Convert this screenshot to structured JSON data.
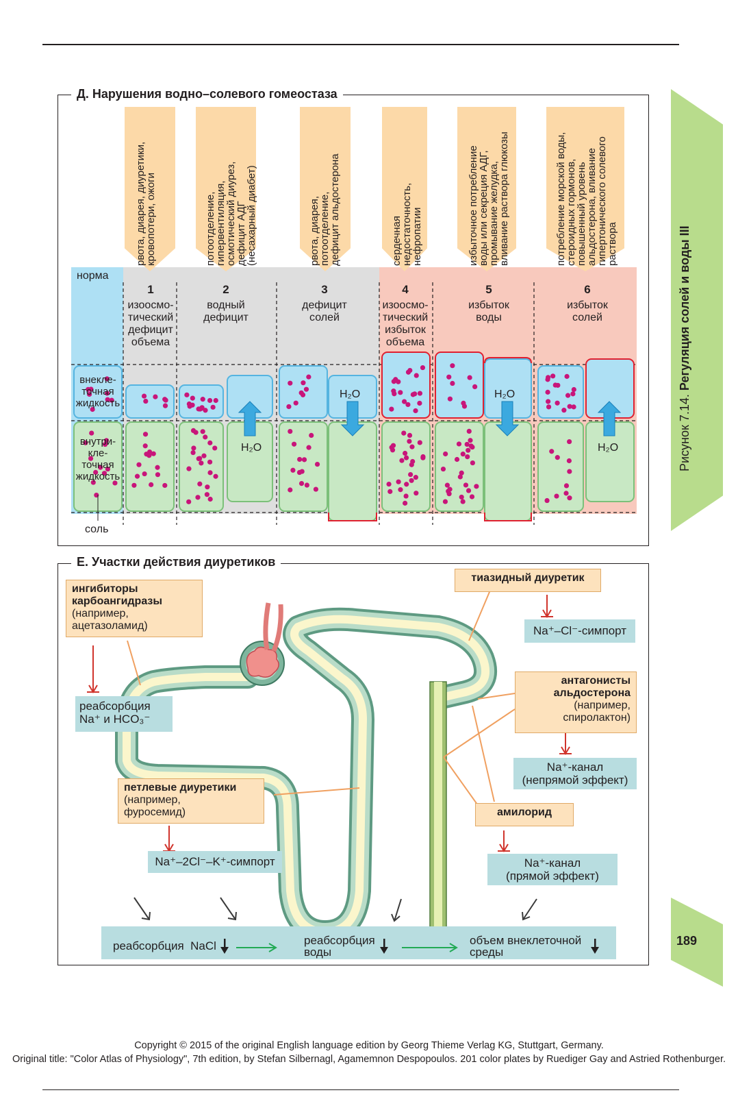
{
  "sectionD": {
    "title": "Д. Нарушения водно–солевого гомеостаза",
    "norm_label": "норма",
    "extracellular_label": "внекле-\nточная\nжидкость",
    "intracellular_label": "внутри-\nкле-\nточная\nжидкость",
    "salt_label": "соль",
    "water_label": "H₂O",
    "columns": [
      {
        "num": "1",
        "label": "изоосмо-\nтический\nдефицит\nобъема",
        "cause": [
          "рвота, диарея, диуретики,",
          "кровопотери, ожоги"
        ]
      },
      {
        "num": "2",
        "label": "водный\nдефицит",
        "cause": [
          "потоотделение,",
          "гипервентиляция,",
          "осмотический диурез,",
          "дефицит АДГ",
          "(несахарный диабет)"
        ]
      },
      {
        "num": "3",
        "label": "дефицит\nсолей",
        "cause": [
          "рвота, диарея,",
          "потоотделение,",
          "дефицит альдостерона"
        ]
      },
      {
        "num": "4",
        "label": "изоосмо-\nтический\nизбыток\nобъема",
        "cause": [
          "сердечная",
          "недостаточность,",
          "нефропатии"
        ]
      },
      {
        "num": "5",
        "label": "избыток\nводы",
        "cause": [
          "избыточное потребление",
          "воды или секреция АДГ,",
          "промывание желудка,",
          "вливание раствора глюкозы"
        ]
      },
      {
        "num": "6",
        "label": "избыток\nсолей",
        "cause": [
          "потребление морской воды,",
          "стероидных гормонов,",
          "повышенный уровень",
          "альдостерона, вливание",
          "гипертонического солевого",
          "раствора"
        ]
      }
    ]
  },
  "sectionE": {
    "title": "Е. Участки действия диуретиков",
    "ca_inhibitors": {
      "bold": "ингибиторы\nкарбоангидразы",
      "text": "(например,\nацетазоламид)"
    },
    "ca_target": "реабсорбция\nNa⁺ и HCO₃⁻",
    "loop": {
      "bold": "петлевые диуретики",
      "text": "(например,\nфуросемид)"
    },
    "loop_target": "Na⁺–2Cl⁻–K⁺-симпорт",
    "thiazide": "тиазидный диуретик",
    "thiazide_target": "Na⁺–Cl⁻-симпорт",
    "aldo": {
      "bold": "антагонисты\nальдостерона",
      "text": "(например,\nспиролактон)"
    },
    "aldo_target": "Na⁺-канал\n(непрямой эффект)",
    "amiloride": "амилорид",
    "amiloride_target": "Na⁺-канал\n(прямой эффект)",
    "bottom": {
      "nacl": "реабсорбция  NaCl",
      "water": "реабсорбция\nводы",
      "volume": "объем внеклеточной\nсреды"
    }
  },
  "sidebar": {
    "text": "Рисунок 7.14.",
    "bold": "Регуляция солей и воды III",
    "page": "189"
  },
  "copyright": [
    "Copyright © 2015 of the original English language edition by Georg Thieme Verlag KG, Stuttgart, Germany.",
    "Original title: \"Color Atlas of Physiology\", 7th edition, by Stefan Silbernagl, Agamemnon Despopoulos. 201 color plates by Ruediger Gay and Astried Rothenburger."
  ],
  "colors": {
    "ecf": "#aee0f4",
    "icf": "#c8e8c4",
    "salt": "#c8157a",
    "cause": "#fcd9a8",
    "gray": "#dedede",
    "pink": "#f8c9bd",
    "teal": "#b8dde0",
    "green_side": "#b8dc8c"
  }
}
